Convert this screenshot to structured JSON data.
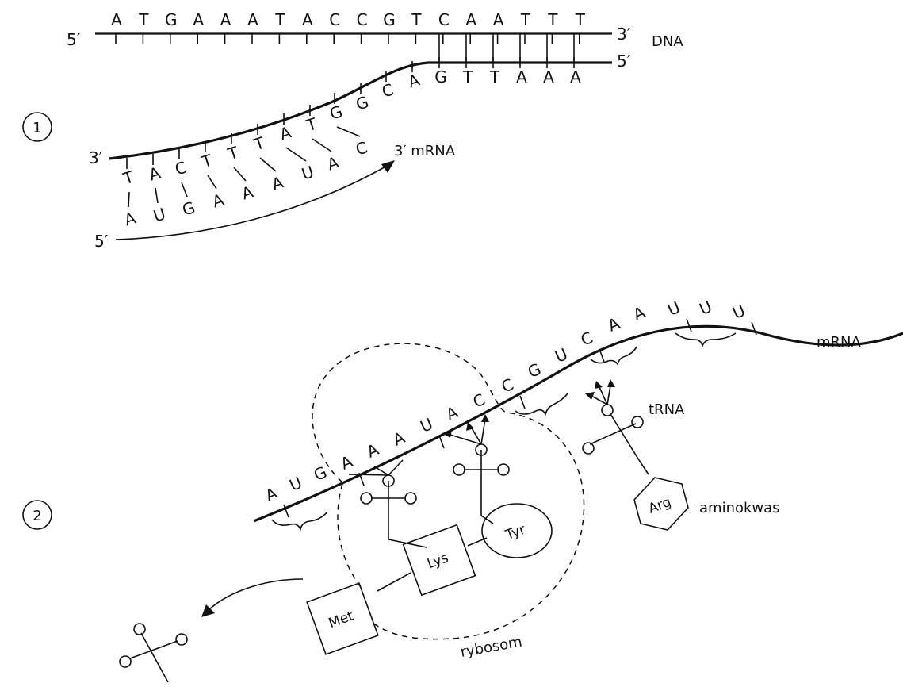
{
  "step1": {
    "number": "1",
    "dna_top_label_5": "5′",
    "dna_top_label_3": "3′",
    "dna_bottom_label_5": "5′",
    "dna_bottom_label_3": "3′",
    "dna_label": "DNA",
    "dna_top_strand": [
      "A",
      "T",
      "G",
      "A",
      "A",
      "A",
      "T",
      "A",
      "C",
      "C",
      "G",
      "T",
      "C",
      "A",
      "A",
      "T",
      "T",
      "T"
    ],
    "dna_bottom_strand": [
      "T",
      "A",
      "C",
      "T",
      "T",
      "T",
      "A",
      "T",
      "G",
      "G",
      "C",
      "A",
      "G",
      "T",
      "T",
      "A",
      "A",
      "A"
    ],
    "mrna_5": "5′",
    "mrna_3_label": "3′ mRNA",
    "mrna_strand": [
      "A",
      "U",
      "G",
      "A",
      "A",
      "A",
      "U",
      "A",
      "C"
    ]
  },
  "step2": {
    "number": "2",
    "mrna_label": "mRNA",
    "mrna_strand": [
      "A",
      "U",
      "G",
      "A",
      "A",
      "A",
      "U",
      "A",
      "C",
      "C",
      "G",
      "U",
      "C",
      "A",
      "A",
      "U",
      "U",
      "U"
    ],
    "trna_label": "tRNA",
    "amino_acid_label": "aminokwas",
    "ribosome_label": "rybosom",
    "amino_acids": {
      "met": "Met",
      "lys": "Lys",
      "tyr": "Tyr",
      "arg": "Arg"
    }
  },
  "colors": {
    "ink": "#111111",
    "background": "#ffffff"
  }
}
